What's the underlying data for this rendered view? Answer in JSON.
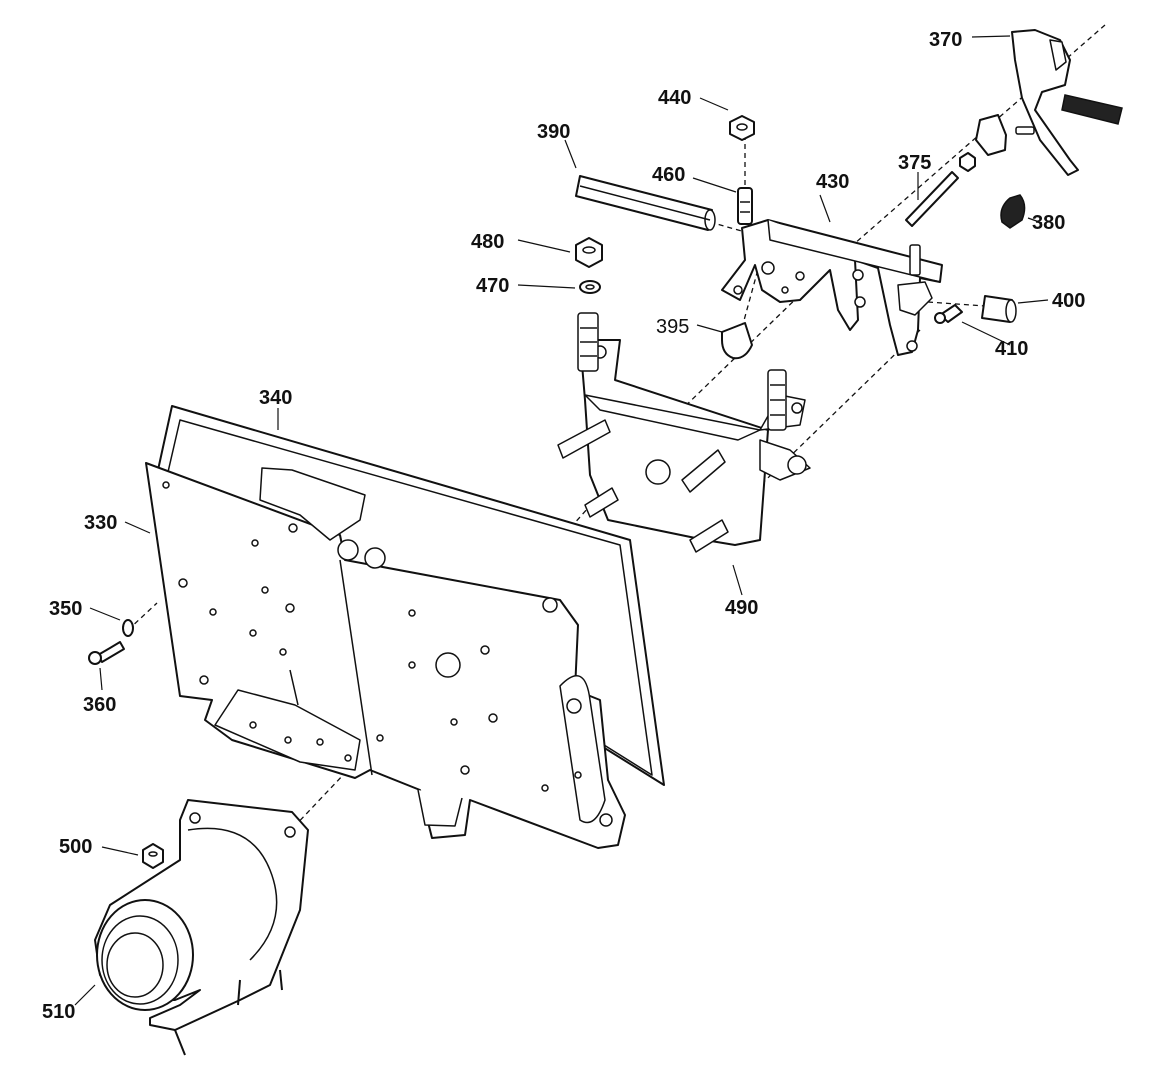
{
  "callouts": {
    "c370": "370",
    "c440": "440",
    "c390": "390",
    "c460": "460",
    "c430": "430",
    "c375": "375",
    "c380": "380",
    "c480": "480",
    "c470": "470",
    "c395": "395",
    "c400": "400",
    "c410": "410",
    "c340": "340",
    "c330": "330",
    "c490": "490",
    "c350": "350",
    "c360": "360",
    "c500": "500",
    "c510": "510"
  }
}
